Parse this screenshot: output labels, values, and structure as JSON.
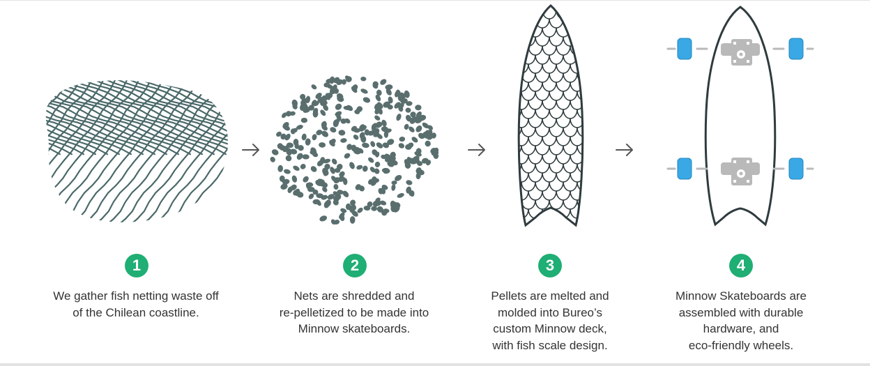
{
  "colors": {
    "net": "#4a6869",
    "pellet": "#5a6e6e",
    "deck_outline": "#2f3b3e",
    "badge": "#1fae74",
    "wheel": "#3aa8e5",
    "truck": "#b9b9b9",
    "arrow": "#555555"
  },
  "icons": [
    "fishing-net-icon",
    "pellets-icon",
    "fish-scale-deck-icon",
    "assembled-skateboard-icon",
    "arrow-right-icon"
  ],
  "steps": [
    {
      "number": "1",
      "lines": [
        "We gather fish netting waste off",
        "of the Chilean coastline."
      ]
    },
    {
      "number": "2",
      "lines": [
        "Nets are shredded and",
        "re-pelletized to be made into",
        "Minnow skateboards."
      ]
    },
    {
      "number": "3",
      "lines": [
        "Pellets are melted and",
        "molded into Bureo’s",
        "custom Minnow deck,",
        "with fish scale design."
      ]
    },
    {
      "number": "4",
      "lines": [
        "Minnow Skateboards are",
        "assembled with durable",
        "hardware, and",
        "eco-friendly wheels."
      ]
    }
  ]
}
